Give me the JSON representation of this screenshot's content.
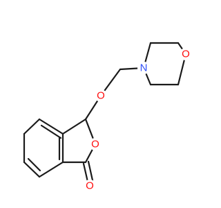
{
  "molecule": {
    "atoms": {
      "N": {
        "label": "N",
        "color": "#3050f8"
      },
      "O_morpholine": {
        "label": "O",
        "color": "#ff0d0d"
      },
      "O_ether": {
        "label": "O",
        "color": "#ff0d0d"
      },
      "O_ring": {
        "label": "O",
        "color": "#ff0d0d"
      },
      "O_carbonyl": {
        "label": "O",
        "color": "#ff0d0d"
      }
    },
    "bond_color": "#1a1a1a"
  }
}
